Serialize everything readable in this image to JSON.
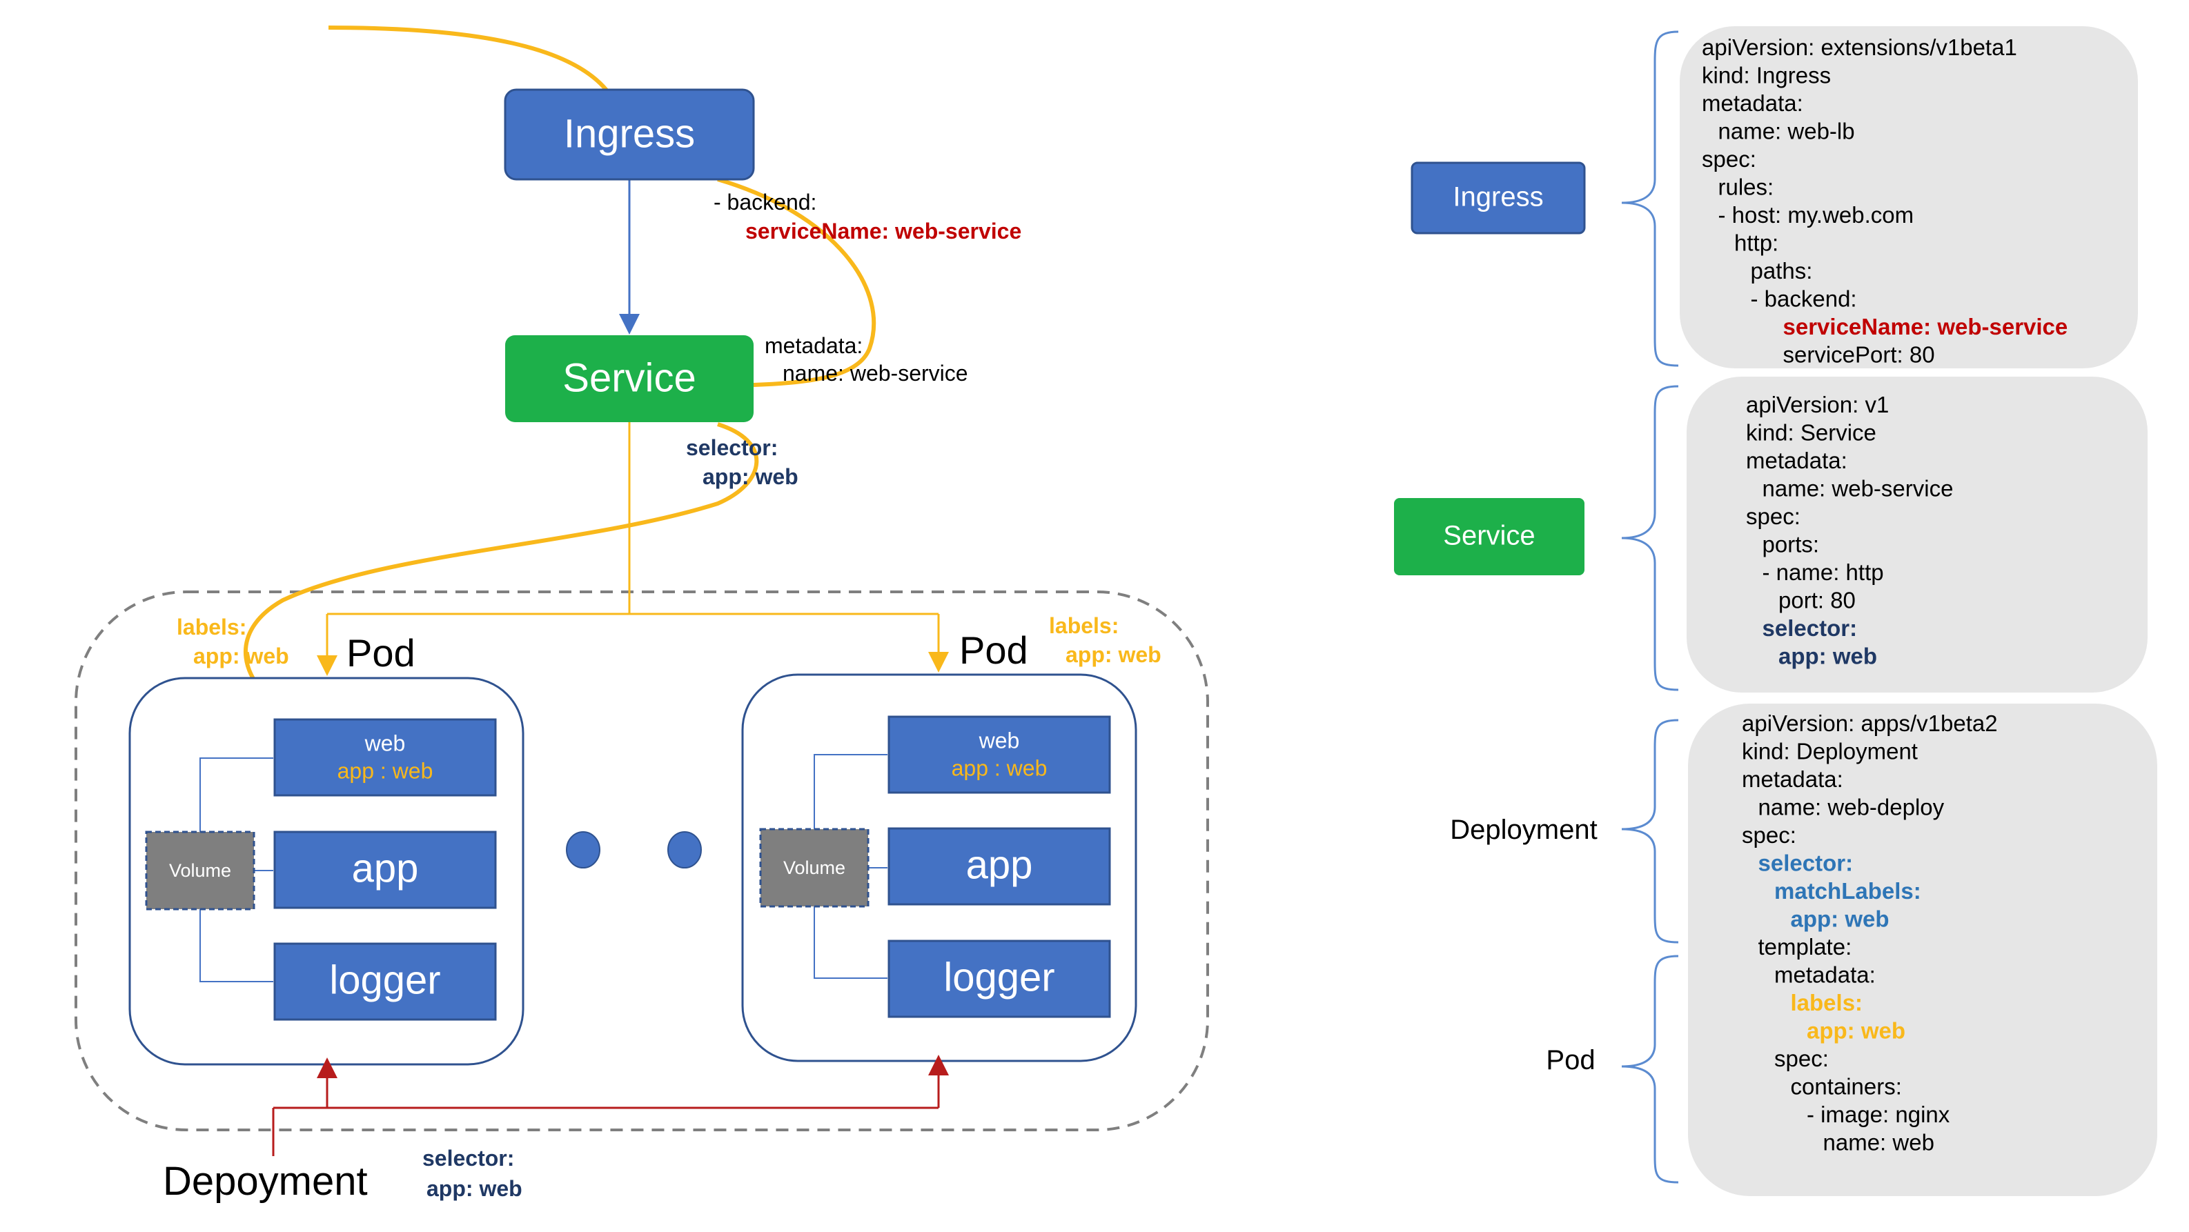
{
  "colors": {
    "blue_box": "#4472C4",
    "green_box": "#1DB04A",
    "gray_box": "#7F7F7F",
    "orange": "#F9B81B",
    "red_text": "#C00000",
    "navy_text": "#1F3864",
    "teal_text": "#2E75B6",
    "gray_panel": "#E6E6E6",
    "dark_red": "#B71C1C",
    "bracket": "#5B8BD0"
  },
  "left": {
    "ingress_label": "Ingress",
    "service_label": "Service",
    "backend_line1": "- backend:",
    "backend_line2": "serviceName: web-service",
    "metadata_line1": "metadata:",
    "metadata_line2": "name: web-service",
    "selector_line1": "selector:",
    "selector_line2": "app: web",
    "pod1": {
      "labels_line1": "labels:",
      "labels_line2": "app: web",
      "title": "Pod",
      "web_label": "web",
      "web_sub": "app : web",
      "app_label": "app",
      "logger_label": "logger",
      "volume_label": "Volume"
    },
    "pod2": {
      "labels_line1": "labels:",
      "labels_line2": "app: web",
      "title": "Pod",
      "web_label": "web",
      "web_sub": "app : web",
      "app_label": "app",
      "logger_label": "logger",
      "volume_label": "Volume"
    },
    "deployment_label": "Depoyment",
    "dep_selector_line1": "selector:",
    "dep_selector_line2": "app: web"
  },
  "right": {
    "ingress_label": "Ingress",
    "service_label": "Service",
    "deployment_label": "Deployment",
    "pod_label": "Pod",
    "ingress_yaml": [
      {
        "text": "apiVersion: extensions/v1beta1",
        "style": "normal",
        "indent": 0
      },
      {
        "text": "kind: Ingress",
        "style": "normal",
        "indent": 0
      },
      {
        "text": "metadata:",
        "style": "normal",
        "indent": 0
      },
      {
        "text": "name: web-lb",
        "style": "normal",
        "indent": 1
      },
      {
        "text": "spec:",
        "style": "normal",
        "indent": 0
      },
      {
        "text": "rules:",
        "style": "normal",
        "indent": 1
      },
      {
        "text": "- host: my.web.com",
        "style": "normal",
        "indent": 1
      },
      {
        "text": "http:",
        "style": "normal",
        "indent": 2
      },
      {
        "text": "paths:",
        "style": "normal",
        "indent": 3
      },
      {
        "text": "- backend:",
        "style": "normal",
        "indent": 3
      },
      {
        "text": "serviceName: web-service",
        "style": "red",
        "indent": 5
      },
      {
        "text": "servicePort: 80",
        "style": "normal",
        "indent": 5
      }
    ],
    "service_yaml": [
      {
        "text": "apiVersion: v1",
        "style": "normal",
        "indent": 0
      },
      {
        "text": "kind: Service",
        "style": "normal",
        "indent": 0
      },
      {
        "text": "metadata:",
        "style": "normal",
        "indent": 0
      },
      {
        "text": "name: web-service",
        "style": "normal",
        "indent": 1
      },
      {
        "text": "spec:",
        "style": "normal",
        "indent": 0
      },
      {
        "text": "ports:",
        "style": "normal",
        "indent": 1
      },
      {
        "text": "- name: http",
        "style": "normal",
        "indent": 1
      },
      {
        "text": "port: 80",
        "style": "normal",
        "indent": 2
      },
      {
        "text": "selector:",
        "style": "navy",
        "indent": 1
      },
      {
        "text": "app: web",
        "style": "navy",
        "indent": 2
      }
    ],
    "deployment_yaml": [
      {
        "text": "apiVersion: apps/v1beta2",
        "style": "normal",
        "indent": 0
      },
      {
        "text": "kind: Deployment",
        "style": "normal",
        "indent": 0
      },
      {
        "text": "metadata:",
        "style": "normal",
        "indent": 0
      },
      {
        "text": "name: web-deploy",
        "style": "normal",
        "indent": 1
      },
      {
        "text": "spec:",
        "style": "normal",
        "indent": 0
      },
      {
        "text": "selector:",
        "style": "teal",
        "indent": 1
      },
      {
        "text": "matchLabels:",
        "style": "teal",
        "indent": 2
      },
      {
        "text": "app: web",
        "style": "teal",
        "indent": 3
      },
      {
        "text": "template:",
        "style": "normal",
        "indent": 1
      },
      {
        "text": "metadata:",
        "style": "normal",
        "indent": 2
      },
      {
        "text": "labels:",
        "style": "orange",
        "indent": 3
      },
      {
        "text": "app: web",
        "style": "orange",
        "indent": 4
      },
      {
        "text": "spec:",
        "style": "normal",
        "indent": 2
      },
      {
        "text": "containers:",
        "style": "normal",
        "indent": 3
      },
      {
        "text": "- image: nginx",
        "style": "normal",
        "indent": 4
      },
      {
        "text": "name: web",
        "style": "normal",
        "indent": 5
      }
    ]
  }
}
